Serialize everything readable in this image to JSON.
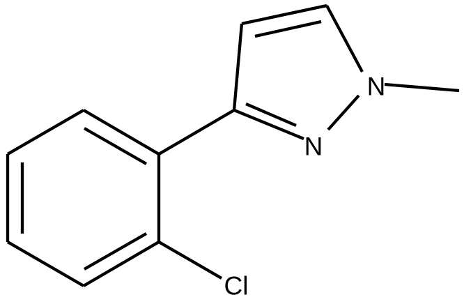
{
  "molecule": {
    "atoms": {
      "n1": "N",
      "n2": "N",
      "cl": "Cl"
    }
  }
}
